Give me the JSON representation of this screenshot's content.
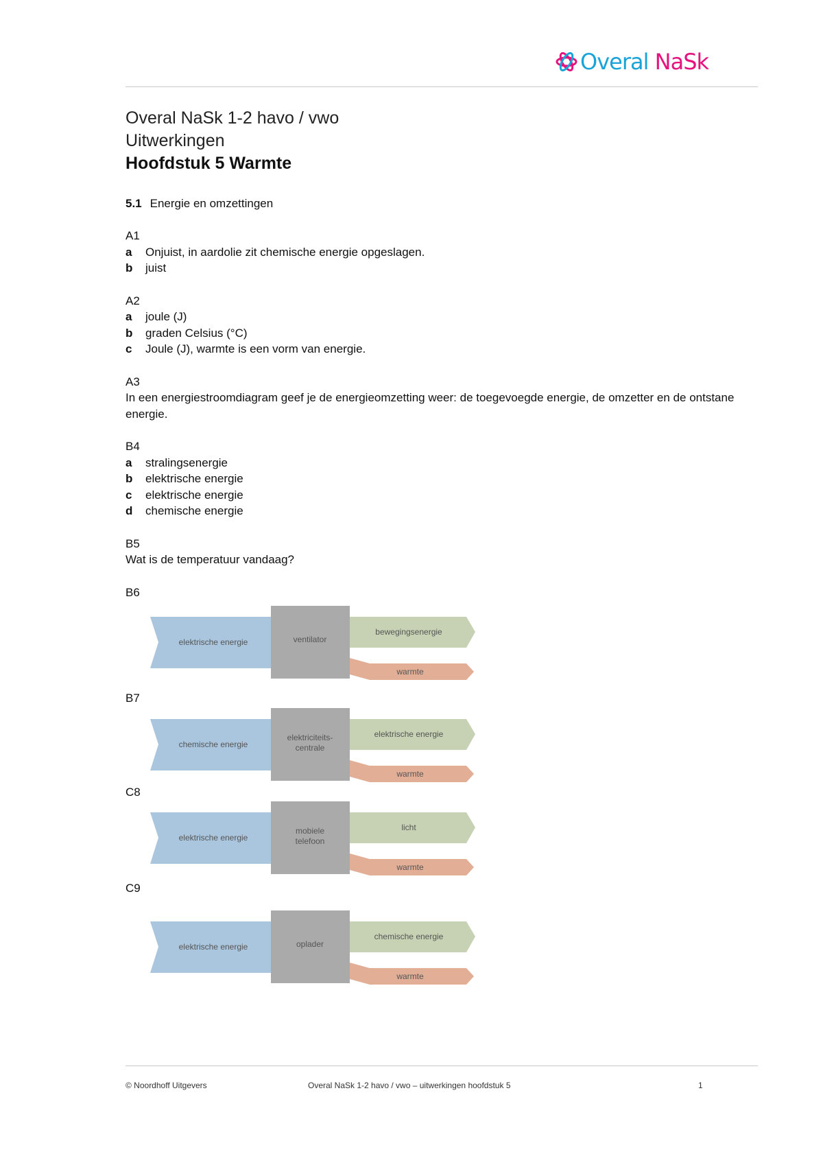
{
  "brand": {
    "word1": "Overal",
    "word2": "NaSk"
  },
  "header": {
    "title_line1": "Overal NaSk 1-2 havo / vwo",
    "title_line2": "Uitwerkingen",
    "title_line3": "Hoofdstuk 5 Warmte"
  },
  "section": {
    "number": "5.1",
    "title": "Energie en omzettingen"
  },
  "questions": {
    "A1": {
      "id": "A1",
      "items": [
        {
          "letter": "a",
          "text": "Onjuist, in aardolie zit chemische energie opgeslagen."
        },
        {
          "letter": "b",
          "text": "juist"
        }
      ]
    },
    "A2": {
      "id": "A2",
      "items": [
        {
          "letter": "a",
          "text": "joule (J)"
        },
        {
          "letter": "b",
          "text": "graden Celsius (°C)"
        },
        {
          "letter": "c",
          "text": "Joule (J), warmte is een vorm van energie."
        }
      ]
    },
    "A3": {
      "id": "A3",
      "text": "In een energiestroomdiagram geef je de energieomzetting weer: de toegevoegde energie, de omzetter en de ontstane energie."
    },
    "B4": {
      "id": "B4",
      "items": [
        {
          "letter": "a",
          "text": "stralingsenergie"
        },
        {
          "letter": "b",
          "text": "elektrische energie"
        },
        {
          "letter": "c",
          "text": "elektrische energie"
        },
        {
          "letter": "d",
          "text": "chemische energie"
        }
      ]
    },
    "B5": {
      "id": "B5",
      "text": "Wat is de temperatuur vandaag?"
    }
  },
  "diagrams": [
    {
      "id": "B6",
      "input": "elektrische energie",
      "converter": [
        "ventilator"
      ],
      "output": "bewegingsenergie",
      "loss": "warmte"
    },
    {
      "id": "B7",
      "input": "chemische energie",
      "converter": [
        "elektriciteits-",
        "centrale"
      ],
      "output": "elektrische energie",
      "loss": "warmte"
    },
    {
      "id": "C8",
      "input": "elektrische energie",
      "converter": [
        "mobiele",
        "telefoon"
      ],
      "output": "licht",
      "loss": "warmte"
    },
    {
      "id": "C9",
      "input": "elektrische energie",
      "converter": [
        "oplader"
      ],
      "output": "chemische energie",
      "loss": "warmte"
    }
  ],
  "colors": {
    "input": "#a9c6de",
    "converter": "#aaaaaa",
    "output": "#c6d2b3",
    "loss": "#e2ae96"
  },
  "footer": {
    "left": "© Noordhoff Uitgevers",
    "center": "Overal NaSk 1-2 havo / vwo – uitwerkingen hoofdstuk 5",
    "page": "1"
  }
}
